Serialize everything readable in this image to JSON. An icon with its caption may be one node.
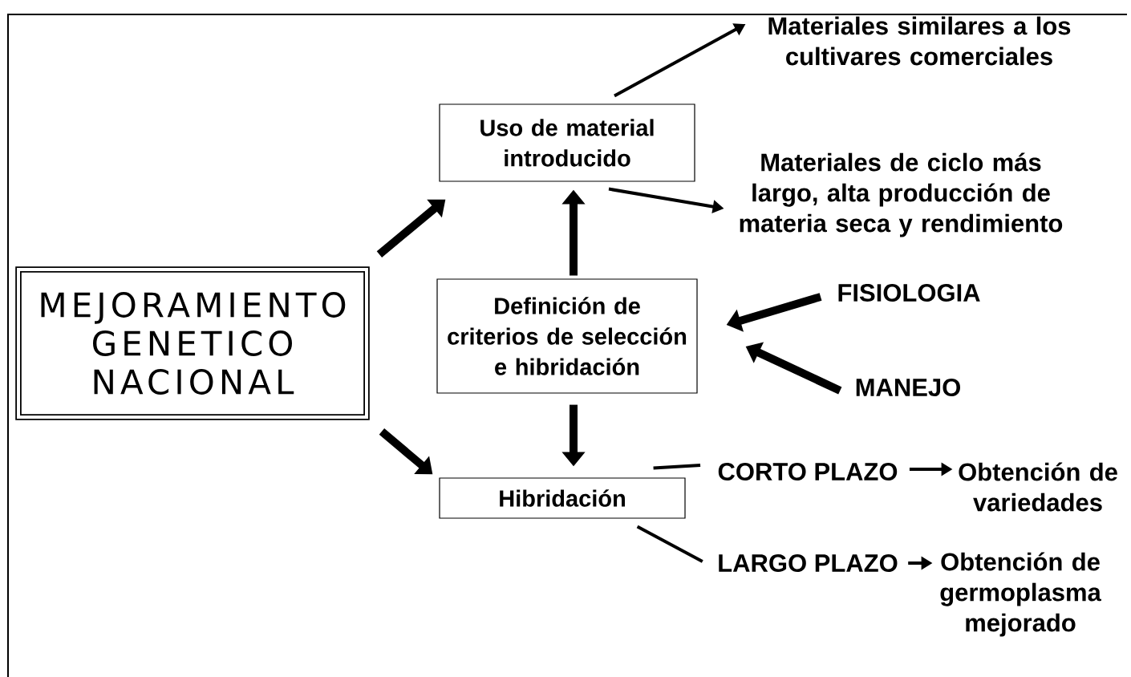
{
  "diagram": {
    "nodes": [
      {
        "text": [
          "MEJORAMIENTO GENETICO NACIONAL"
        ]
      },
      {
        "text": [
          "Uso de material introducido"
        ]
      },
      {
        "text": [
          "Materiales similares a los cultivares comerciales"
        ]
      },
      {
        "text": [
          "Materiales de ciclo más largo, alta producción de materia seca y rendimiento"
        ]
      },
      {
        "text": [
          "Definición de criterios de selección e hibridación"
        ]
      },
      {
        "text": [
          "FISIOLOGIA"
        ]
      },
      {
        "text": [
          "MANEJO"
        ]
      },
      {
        "text": [
          "Hibridación"
        ]
      },
      {
        "text": [
          "CORTO PLAZO"
        ]
      },
      {
        "text": [
          "Obtención de variedades"
        ]
      },
      {
        "text": [
          "LARGO PLAZO"
        ]
      },
      {
        "text": [
          "Obtención de germoplasma mejorado"
        ]
      }
    ],
    "edges": [
      {
        "from": 0,
        "to": 1,
        "arrow": "to",
        "style": "thick"
      },
      {
        "from": 0,
        "to": 7,
        "arrow": "to",
        "style": "thick"
      },
      {
        "from": 1,
        "to": 2,
        "arrow": "to"
      },
      {
        "from": 1,
        "to": 3,
        "arrow": "to"
      },
      {
        "from": 4,
        "to": 1,
        "arrow": "to",
        "style": "thick"
      },
      {
        "from": 4,
        "to": 7,
        "arrow": "to",
        "style": "thick"
      },
      {
        "from": 5,
        "to": 4,
        "arrow": "to",
        "style": "thick"
      },
      {
        "from": 6,
        "to": 4,
        "arrow": "to",
        "style": "thick"
      },
      {
        "from": 7,
        "to": 8,
        "arrow": "none"
      },
      {
        "from": 7,
        "to": 10,
        "arrow": "none"
      },
      {
        "from": 8,
        "to": 9,
        "arrow": "to"
      },
      {
        "from": 10,
        "to": 11,
        "arrow": "to"
      }
    ]
  }
}
